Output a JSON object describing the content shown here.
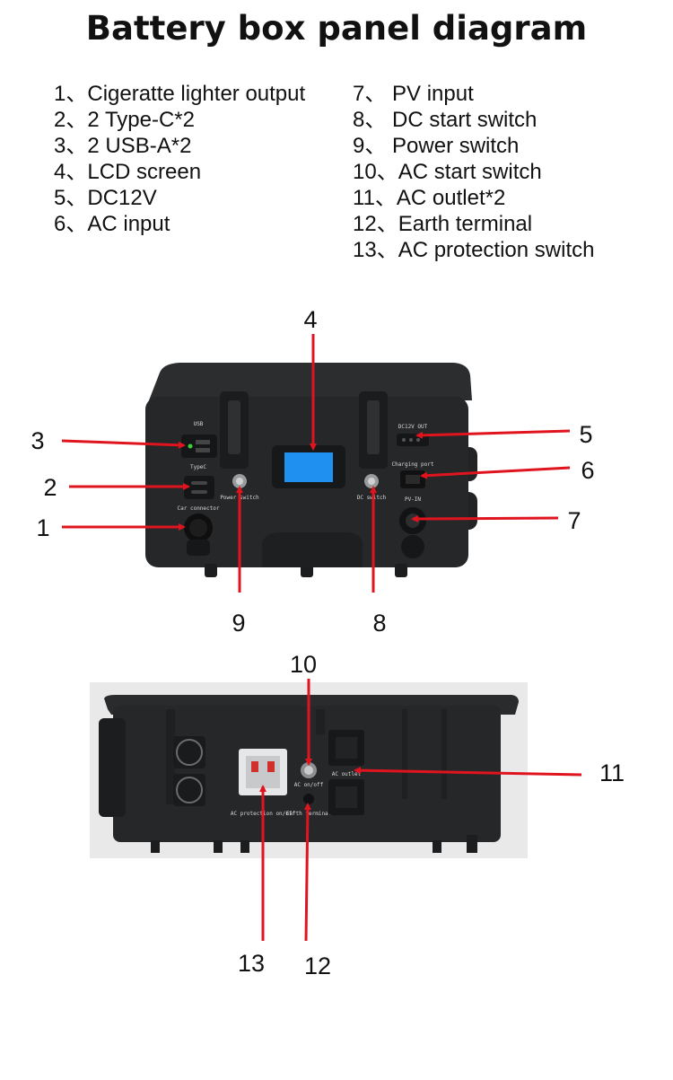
{
  "title": "Battery box panel diagram",
  "legend_left": [
    {
      "num": "1、",
      "label": "Cigeratte lighter output"
    },
    {
      "num": "2、",
      "label": "2 Type-C*2"
    },
    {
      "num": "3、",
      "label": "2 USB-A*2"
    },
    {
      "num": "4、",
      "label": "LCD screen"
    },
    {
      "num": "5、",
      "label": "DC12V"
    },
    {
      "num": "6、",
      "label": "AC input"
    }
  ],
  "legend_right": [
    {
      "num": "7、",
      "label": " PV input"
    },
    {
      "num": "8、",
      "label": " DC start switch"
    },
    {
      "num": "9、",
      "label": " Power switch"
    },
    {
      "num": "10、",
      "label": "AC start switch"
    },
    {
      "num": "11、",
      "label": "AC outlet*2"
    },
    {
      "num": "12、",
      "label": "Earth terminal"
    },
    {
      "num": "13、",
      "label": "AC protection switch"
    }
  ],
  "callouts": {
    "c1": "1",
    "c2": "2",
    "c3": "3",
    "c4": "4",
    "c5": "5",
    "c6": "6",
    "c7": "7",
    "c8": "8",
    "c9": "9",
    "c10": "10",
    "c11": "11",
    "c12": "12",
    "c13": "13"
  },
  "panel_labels": {
    "usb": "USB",
    "typec": "TypeC",
    "car_connector": "Car connector",
    "power_switch": "Power switch",
    "dc_switch": "DC switch",
    "dc12v_out": "DC12V OUT",
    "charging_port": "Charging port",
    "pv_in": "PV-IN",
    "ac_on_off": "AC on/off",
    "ac_outlet": "AC outlet",
    "ac_protection": "AC protection on/off",
    "earth_terminal": "Earth terminal"
  },
  "colors": {
    "arrow": "#e0141e",
    "case": "#262729",
    "case_dark": "#18191a",
    "lcd": "#1f8ff0"
  }
}
